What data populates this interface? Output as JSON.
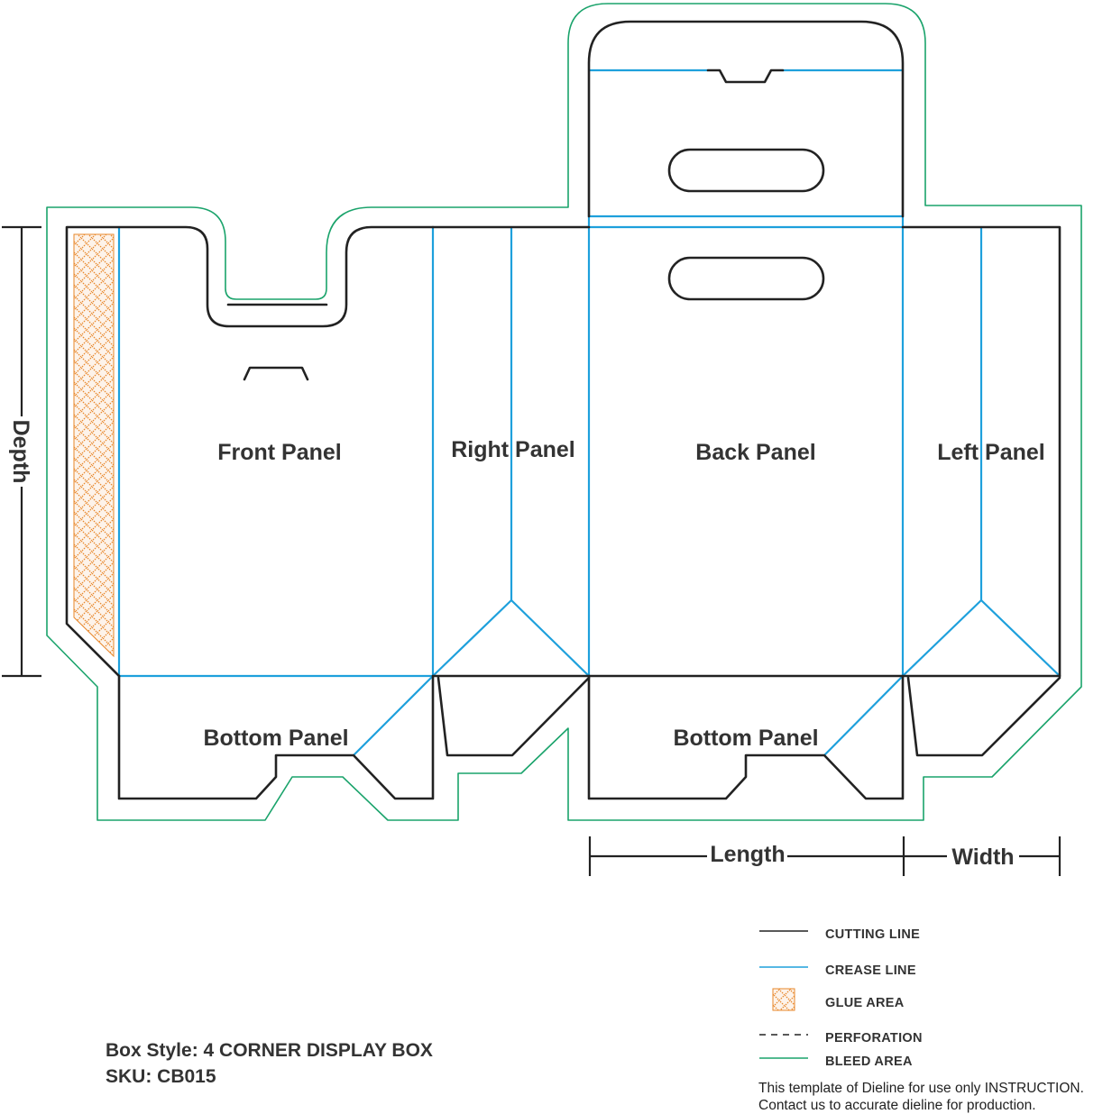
{
  "panels": {
    "front": "Front Panel",
    "right": "Right Panel",
    "back": "Back Panel",
    "left": "Left Panel",
    "bottom_front": "Bottom Panel",
    "bottom_back": "Bottom Panel"
  },
  "dimensions": {
    "depth": "Depth",
    "length": "Length",
    "width": "Width"
  },
  "legend": {
    "cutting": "CUTTING LINE",
    "crease": "CREASE LINE",
    "glue": "GLUE AREA",
    "perforation": "PERFORATION",
    "bleed": "BLEED AREA"
  },
  "colors": {
    "cutting_line": "#222222",
    "crease_line": "#1ea0dc",
    "glue_area": "#e8872a",
    "bleed_area": "#1aa36b"
  },
  "info": {
    "box_style": "Box Style: 4 CORNER DISPLAY BOX",
    "sku": "SKU: CB015"
  },
  "note": {
    "line1": "This template of Dieline for use only INSTRUCTION.",
    "line2": "Contact us to accurate dieline for production."
  }
}
